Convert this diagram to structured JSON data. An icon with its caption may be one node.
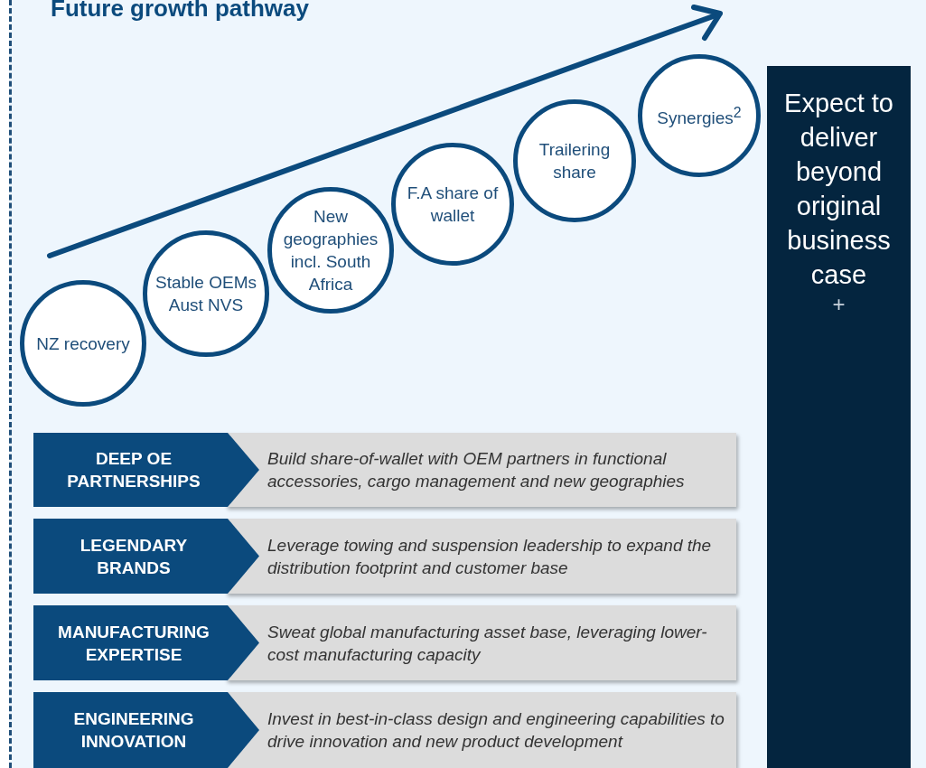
{
  "diagram": {
    "title": "Future growth pathway",
    "nodes": [
      {
        "text": [
          "NZ recovery"
        ]
      },
      {
        "text": [
          "Stable OEMs Aust NVS"
        ]
      },
      {
        "text": [
          "New geographies incl. South Africa"
        ]
      },
      {
        "text": [
          "F.A share of wallet"
        ]
      },
      {
        "text": [
          "Trailering share"
        ]
      },
      {
        "text": [
          "Synergies$^{2}$"
        ]
      },
      {
        "text": [
          "Expect to deliver beyond original business case",
          "+"
        ]
      },
      {
        "text": [
          "DEEP OE PARTNERSHIPS"
        ]
      },
      {
        "text": [
          "Build share-of-wallet with OEM partners in functional accessories, cargo management and new geographies"
        ]
      },
      {
        "text": [
          "LEGENDARY BRANDS"
        ]
      },
      {
        "text": [
          "Leverage towing and suspension leadership to expand the distribution footprint and customer base"
        ]
      },
      {
        "text": [
          "MANUFACTURING EXPERTISE"
        ]
      },
      {
        "text": [
          "Sweat global manufacturing asset base, leveraging lower-cost manufacturing capacity"
        ]
      },
      {
        "text": [
          "ENGINEERING INNOVATION"
        ]
      },
      {
        "text": [
          "Invest in best-in-class design and engineering capabilities to drive innovation and new product development"
        ]
      }
    ],
    "edges": []
  }
}
